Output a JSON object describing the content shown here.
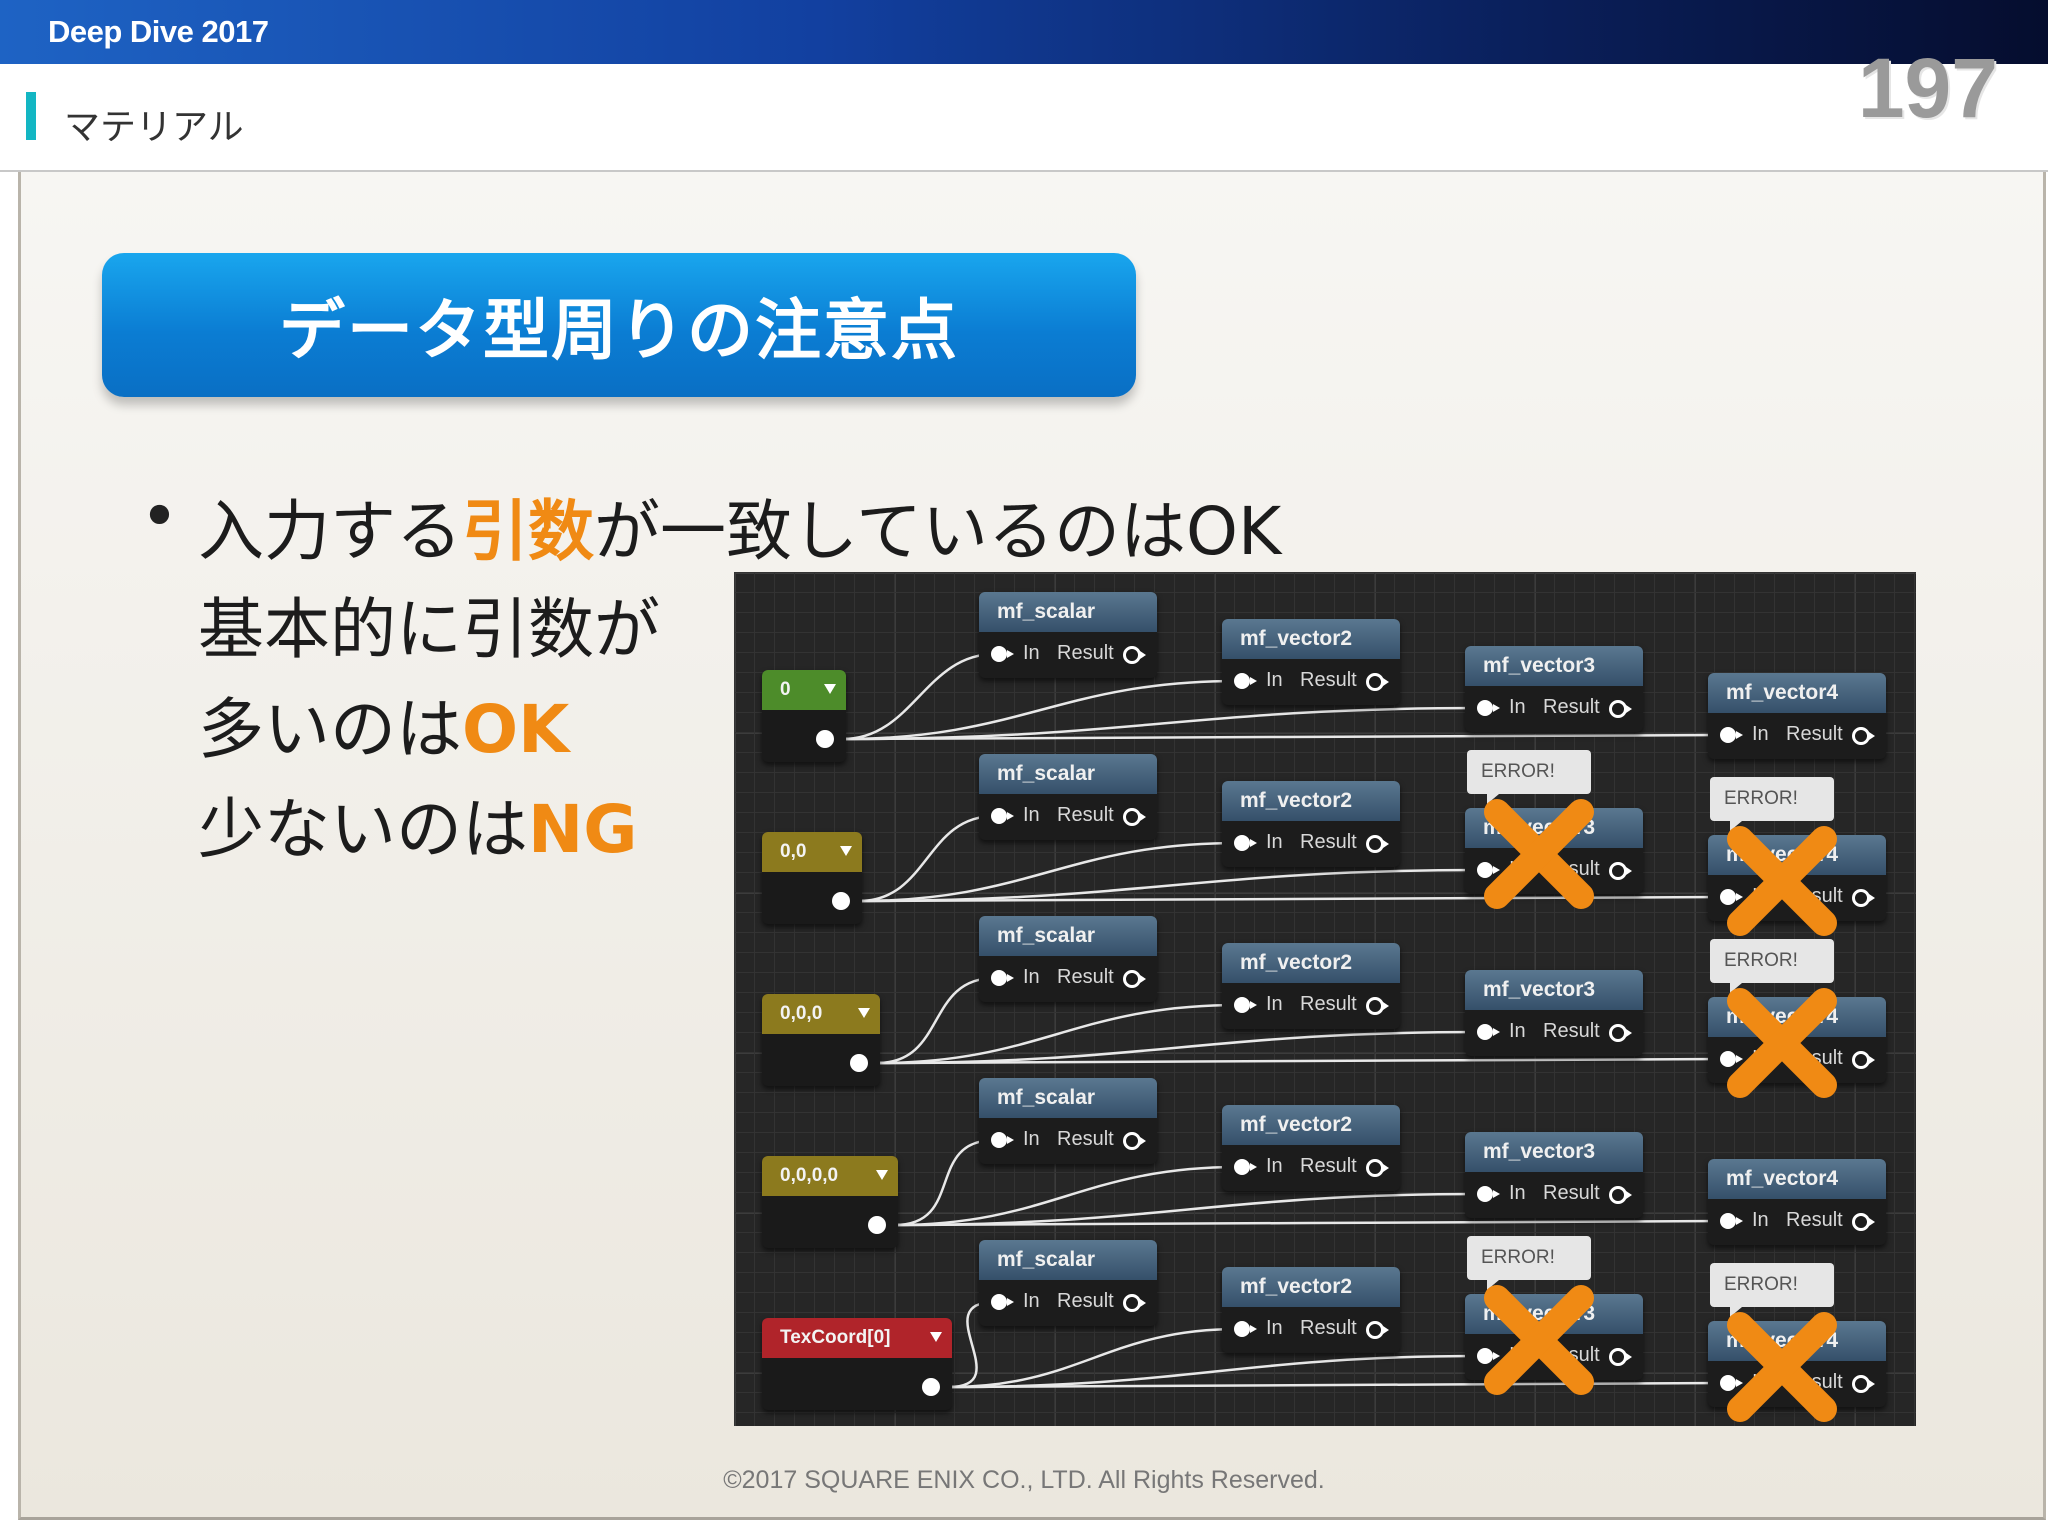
{
  "topbar": {
    "title": "Deep Dive 2017"
  },
  "header": {
    "section": "マテリアル",
    "page_number": "197"
  },
  "slide_title": "データ型周りの注意点",
  "bullets": {
    "bullet_char": "•",
    "line1_pre": "入力する",
    "line1_hl": "引数",
    "line1_post": "が一致しているのはOK",
    "line2": "基本的に引数が",
    "line3_pre": "多いのは",
    "line3_hl": "OK",
    "line4_pre": "少ないのは",
    "line4_hl": "NG"
  },
  "graph": {
    "constants": [
      "0",
      "0,0",
      "0,0,0",
      "0,0,0,0",
      "TexCoord[0]"
    ],
    "function_names": {
      "scalar": "mf_scalar",
      "vector2": "mf_vector2",
      "vector3": "mf_vector3",
      "vector4": "mf_vector4"
    },
    "pin_in": "In",
    "pin_result": "Result",
    "error_label": "ERROR!",
    "colors": {
      "constant_1": "#4d8c2a",
      "constant_2": "#8c7a1e",
      "constant_3": "#8c7a1e",
      "constant_4": "#8c7a1e",
      "constant_5": "#b0242a",
      "x_mark": "#f08a14"
    }
  },
  "footer": {
    "copyright": "©2017 SQUARE ENIX CO., LTD. All Rights Reserved."
  }
}
